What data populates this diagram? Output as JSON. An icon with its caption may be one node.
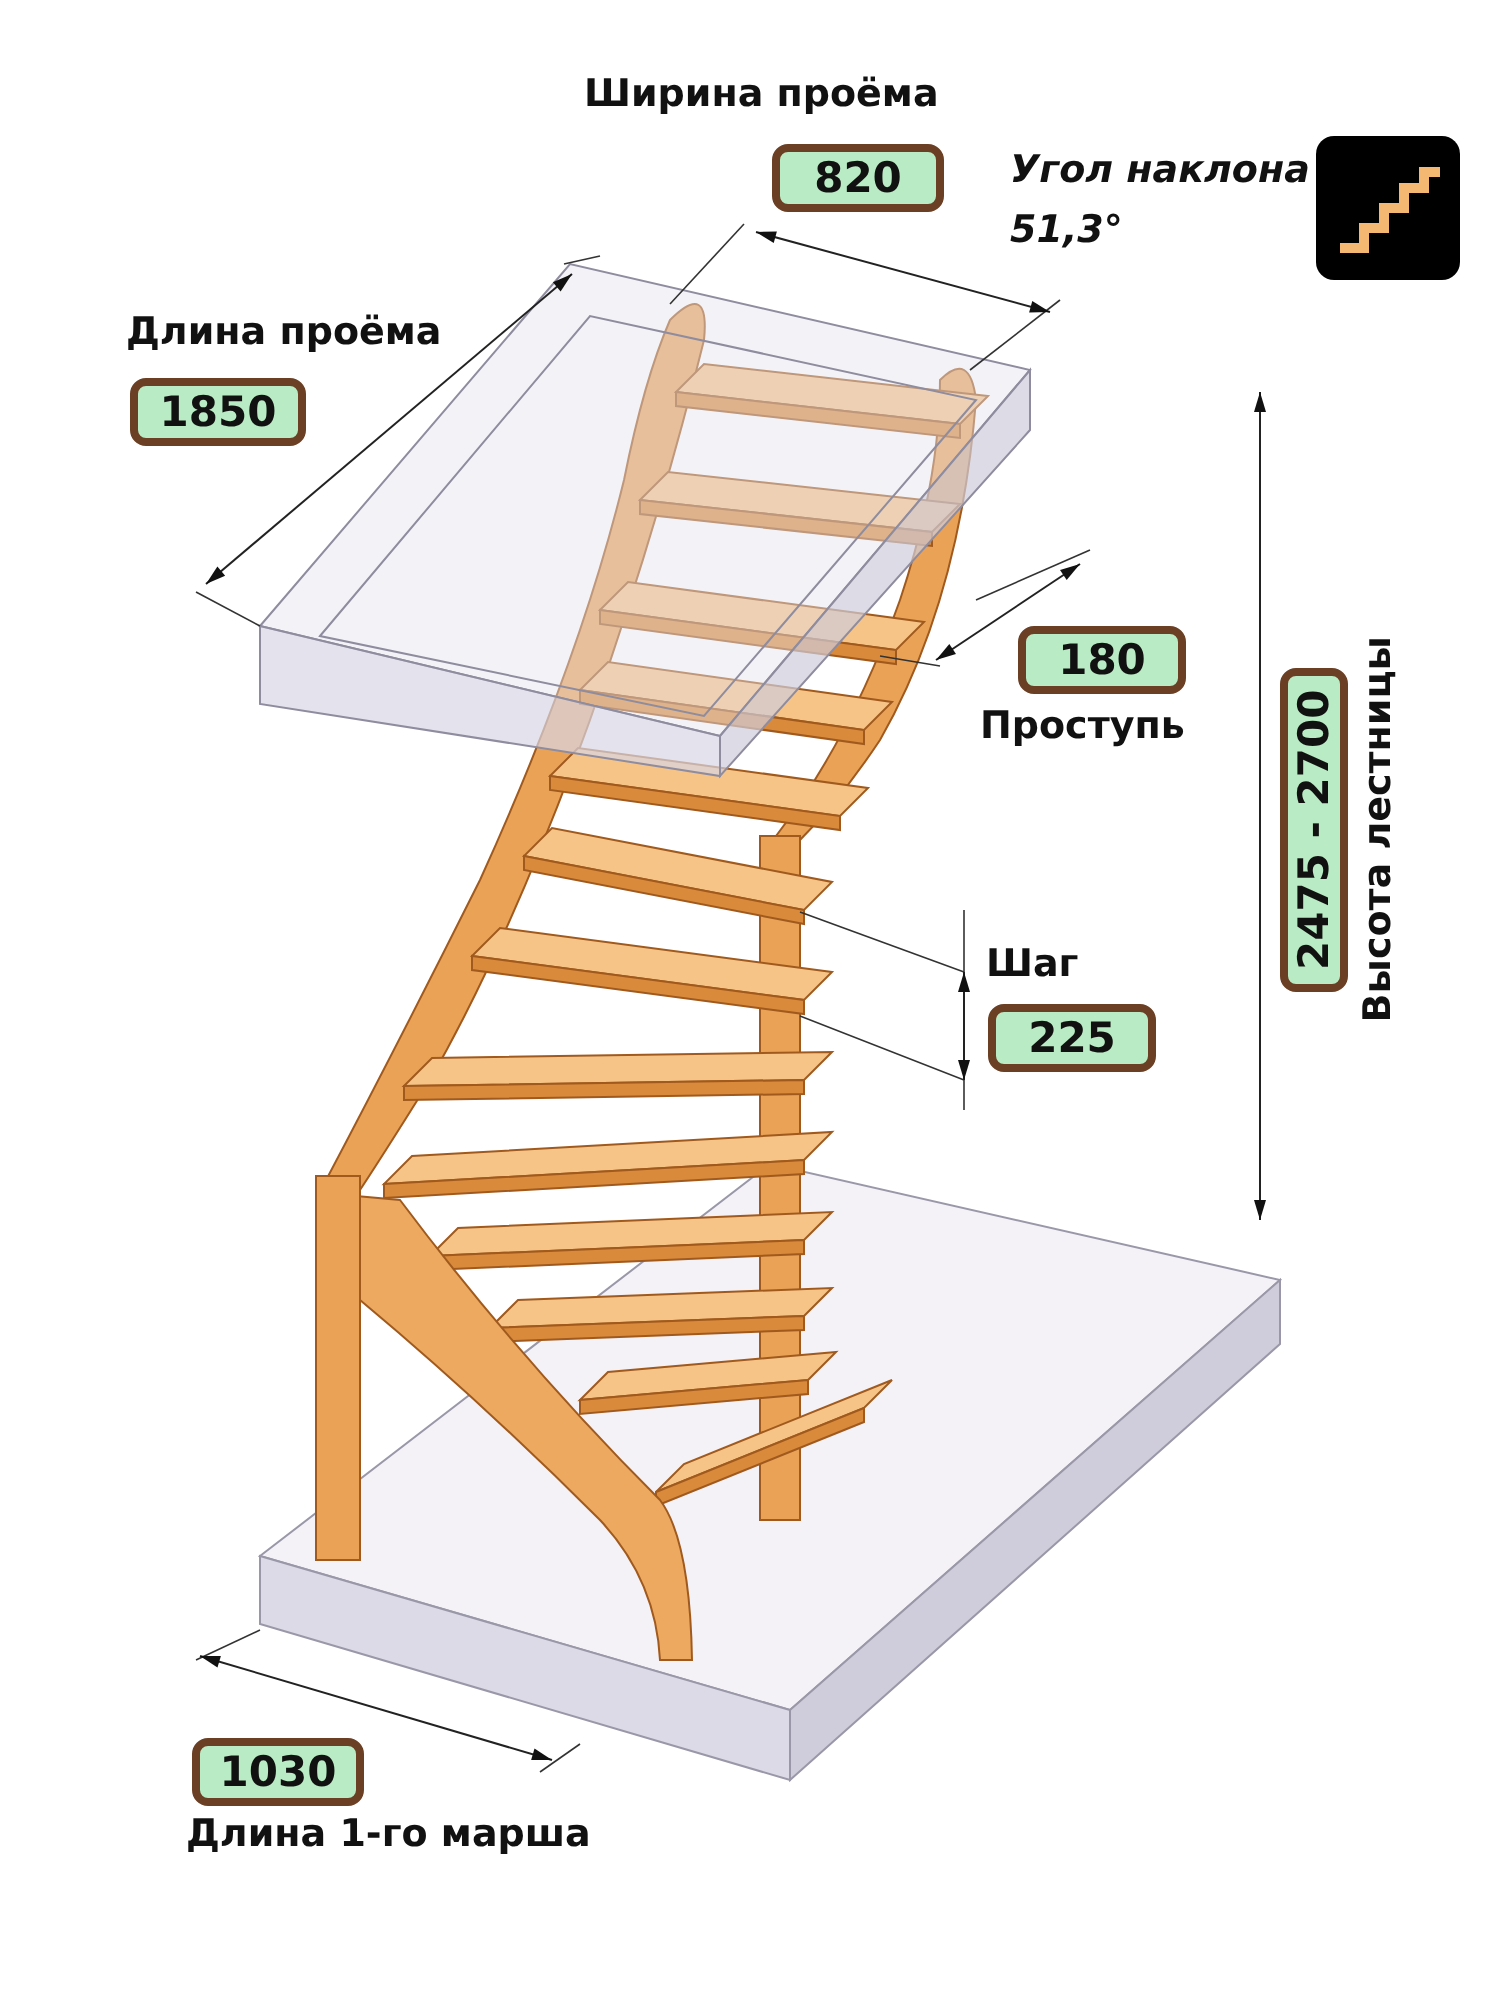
{
  "diagram": {
    "nodes": [
      {
        "text": [
          "820"
        ],
        "beside": [
          "Ширина проёма"
        ]
      },
      {
        "text": [
          "1850"
        ],
        "beside": [
          "Длина проёма"
        ]
      },
      {
        "text": [
          "180"
        ],
        "beside": [
          "Проступь"
        ]
      },
      {
        "text": [
          "225"
        ],
        "beside": [
          "Шаг"
        ]
      },
      {
        "text": [
          "2475 - 2700"
        ],
        "beside": [
          "Высота лестницы"
        ]
      },
      {
        "text": [
          "1030"
        ],
        "beside": [
          "Длина 1-го марша"
        ]
      }
    ],
    "labels": [
      "Угол наклона 51,3°"
    ]
  }
}
